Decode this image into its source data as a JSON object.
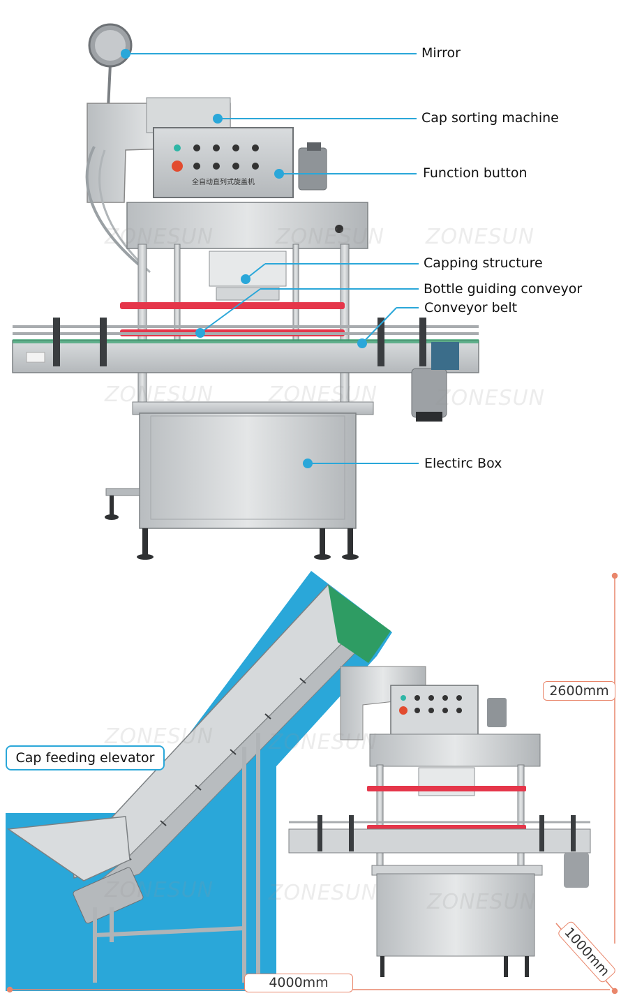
{
  "callouts": {
    "mirror": "Mirror",
    "cap_sorting_machine": "Cap sorting machine",
    "function_button": "Function button",
    "capping_structure": "Capping structure",
    "bottle_guiding_conveyor": "Bottle guiding conveyor",
    "conveyor_belt": "Conveyor belt",
    "electric_box": "Electirc Box"
  },
  "elevator_label": "Cap feeding elevator",
  "dimensions": {
    "height": "2600mm",
    "length": "4000mm",
    "width": "1000mm"
  },
  "panel_text": "全自动直列式旋盖机",
  "watermark": "ZONESUN",
  "colors": {
    "accent_blue": "#2aa7d9",
    "dimension_line": "#e9866b",
    "belt_red": "#e5364a",
    "stainless": "#c9ccce"
  }
}
